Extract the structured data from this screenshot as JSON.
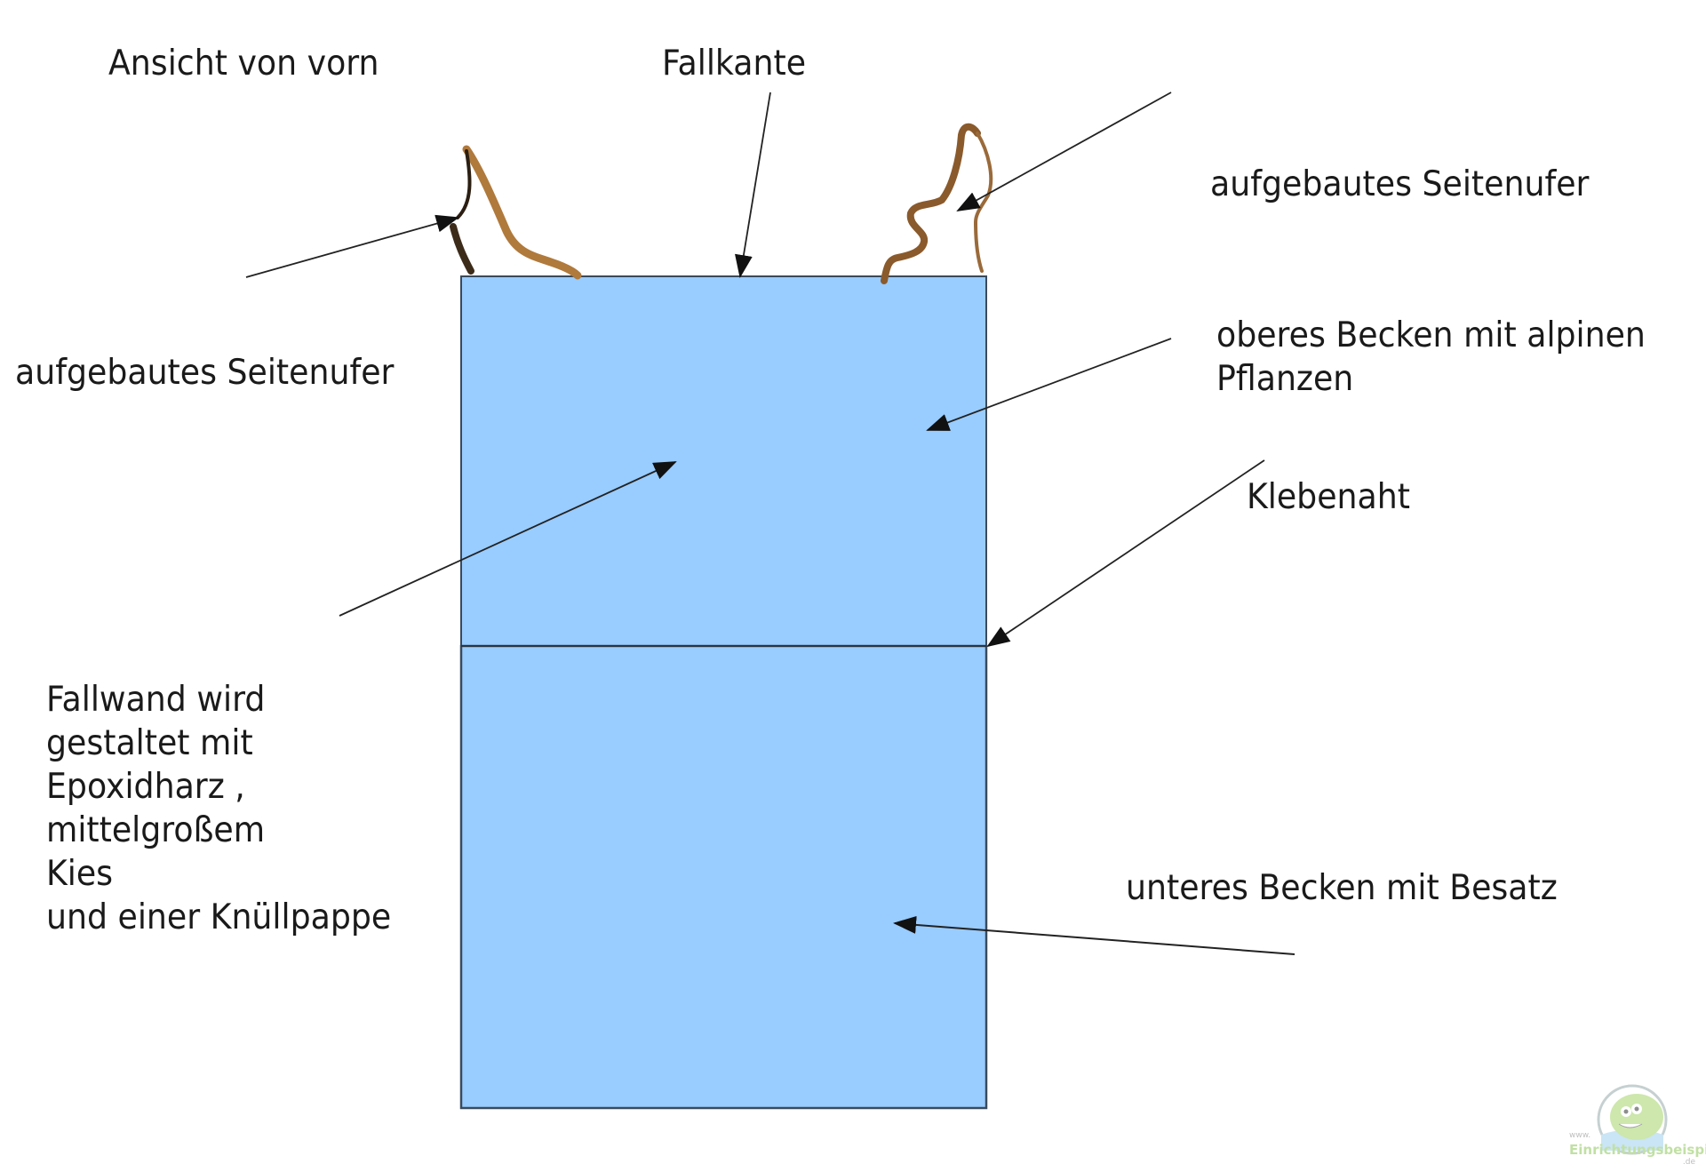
{
  "diagram": {
    "title": "Ansicht von vorn",
    "labels": {
      "fallkante": "Fallkante",
      "seitenufer_right": "aufgebautes Seitenufer",
      "seitenufer_left": "aufgebautes Seitenufer",
      "oberes_becken": "oberes Becken mit alpinen\nPflanzen",
      "klebenaht": "Klebenaht",
      "fallwand": "Fallwand wird\ngestaltet mit\nEpoxidharz ,\nmittelgroßem\nKies\nund einer Knüllpappe",
      "unteres_becken": "unteres Becken mit Besatz"
    },
    "colors": {
      "tank_fill": "#99ccff",
      "tank_stroke": "#3a4a5c",
      "shore_light": "#b07a3c",
      "shore_dark": "#3d2b1a",
      "arrow": "#111111"
    }
  },
  "watermark": {
    "www": "www.",
    "brand": "Einrichtungsbeispiele",
    "tld": ".de"
  }
}
